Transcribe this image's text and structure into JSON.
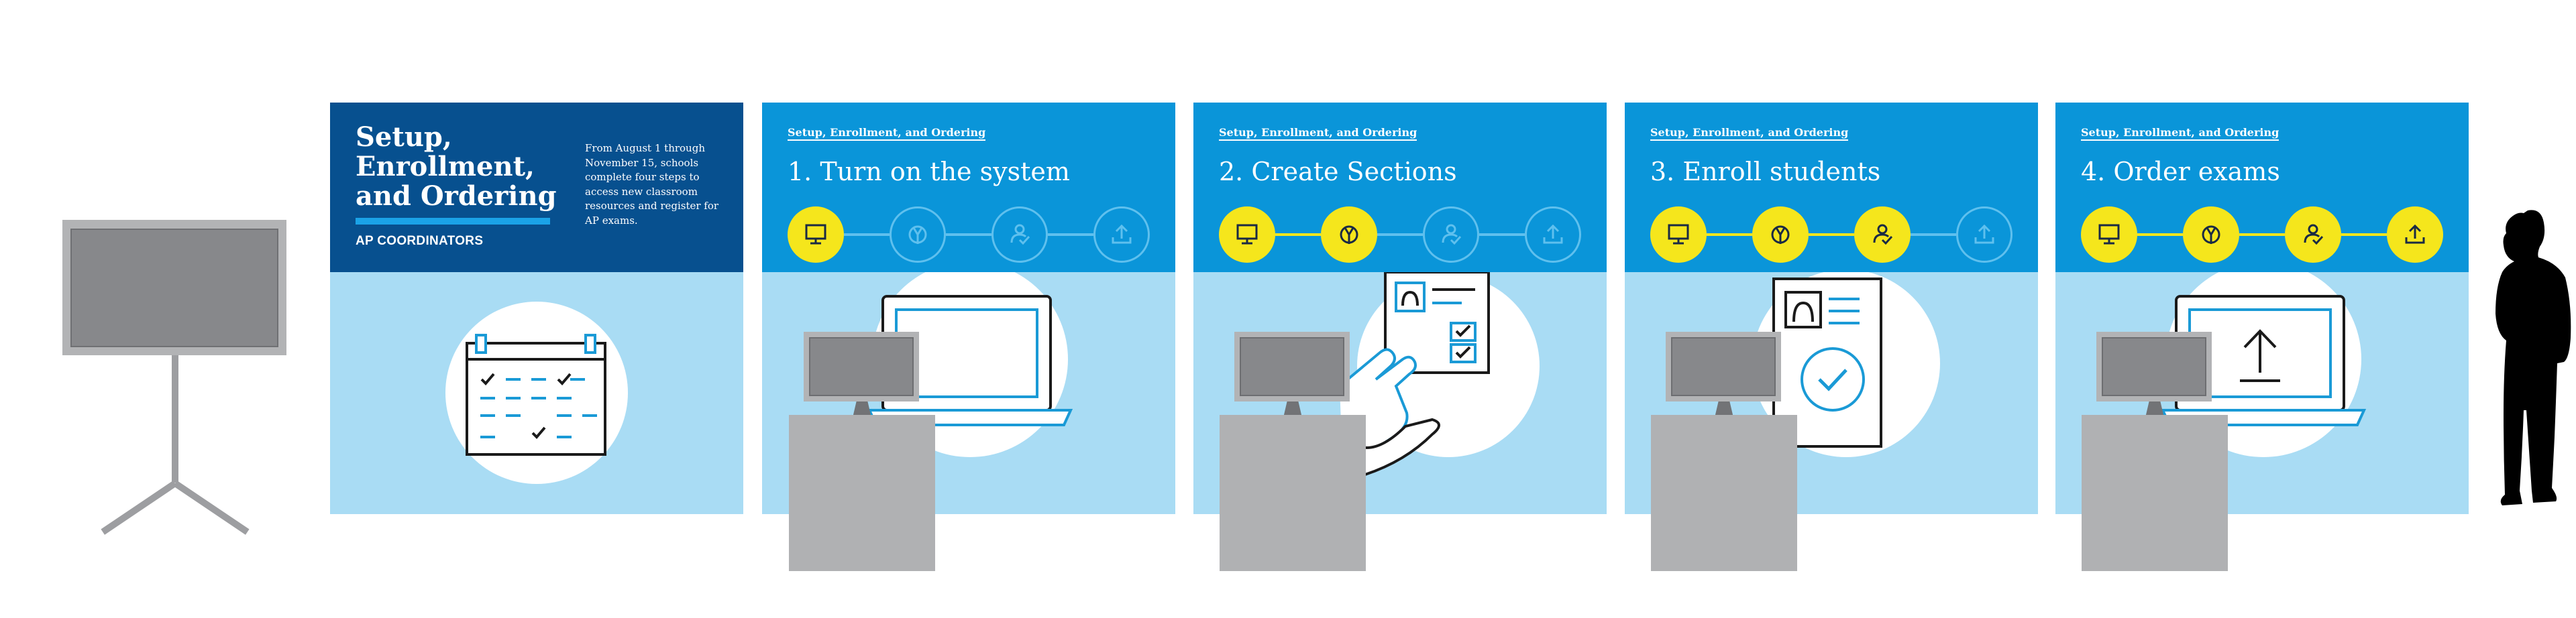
{
  "intro": {
    "title": "Setup, Enrollment, and Ordering",
    "role": "AP COORDINATORS",
    "description": "From August 1 through November 15, schools complete four steps to access new classroom resources and register for AP exams."
  },
  "kicker": "Setup, Enrollment, and Ordering",
  "steps": [
    {
      "title": "1. Turn on the system",
      "active": 1
    },
    {
      "title": "2. Create Sections",
      "active": 2
    },
    {
      "title": "3. Enroll students",
      "active": 3
    },
    {
      "title": "4. Order exams",
      "active": 4
    }
  ],
  "step_icons": [
    "monitor-icon",
    "wrench-icon",
    "person-check-icon",
    "upload-icon"
  ],
  "colors": {
    "step_header": "#0a95d9",
    "intro_header": "#07508f",
    "panel_light": "#a9dcf4",
    "active_dot": "#f5e61c",
    "inactive_ring": "#5fc0ee",
    "kiosk": "#b0b1b3"
  }
}
